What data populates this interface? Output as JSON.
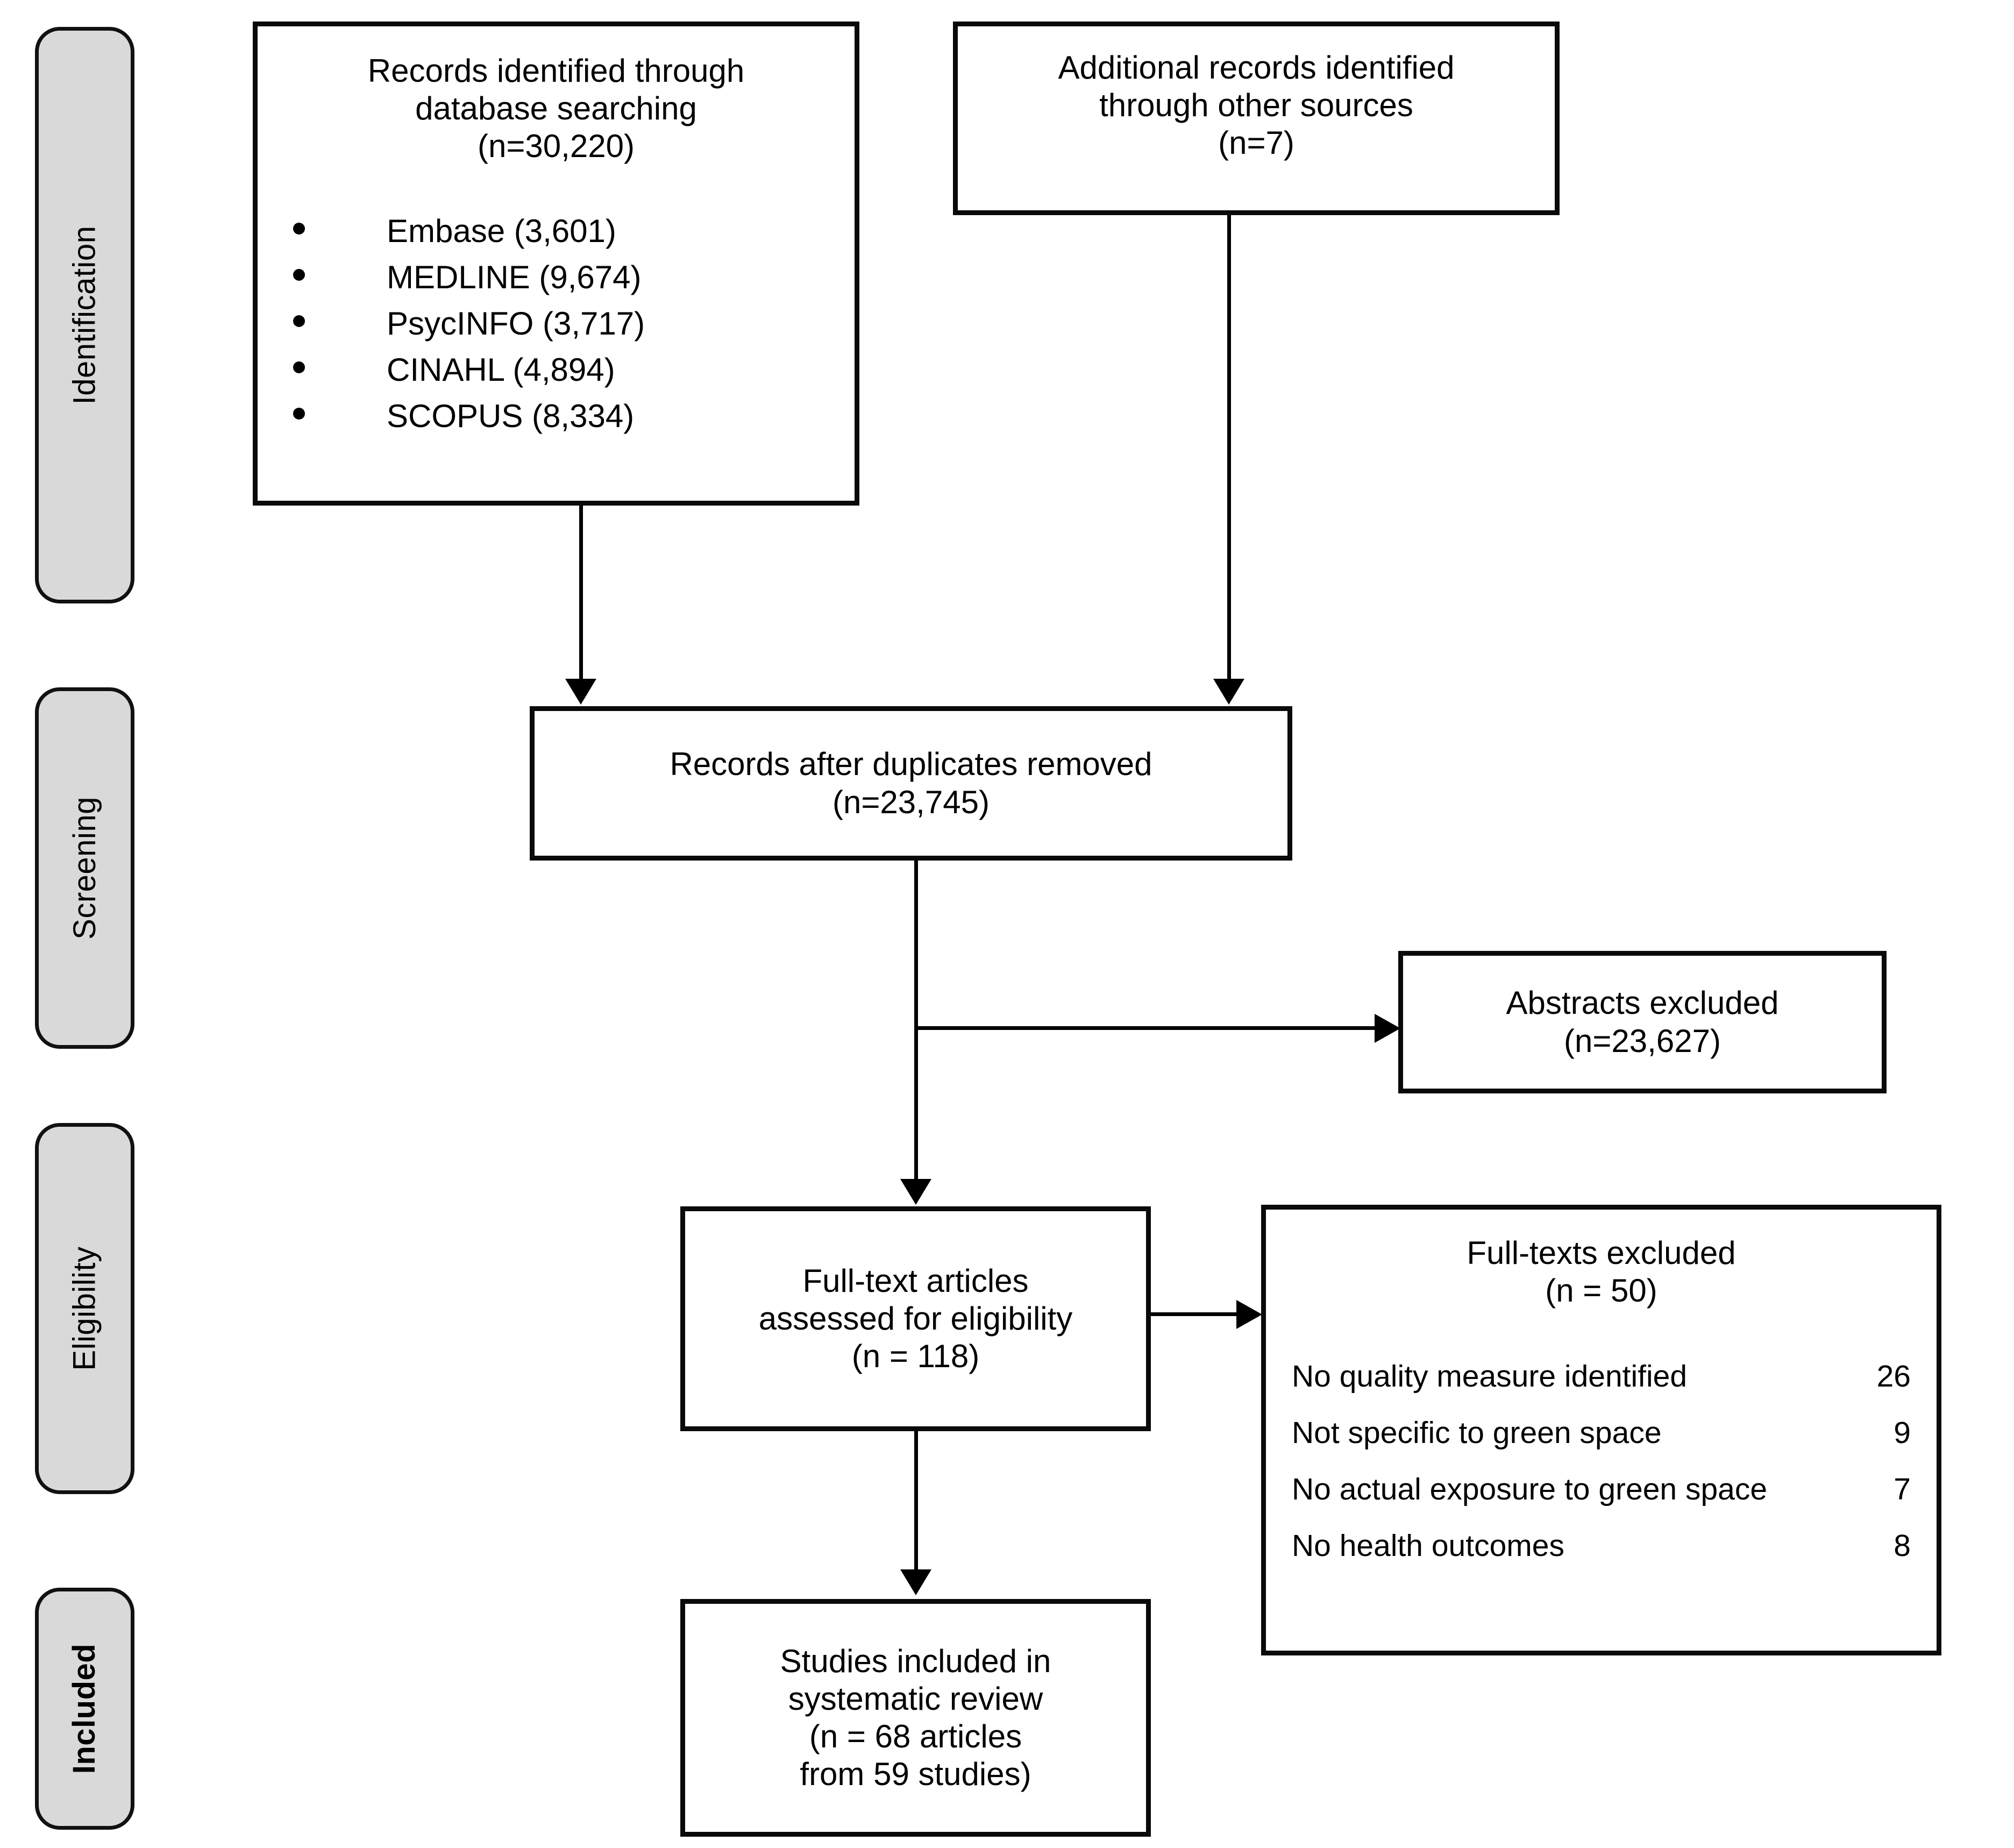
{
  "diagram": {
    "type": "prisma-flow-diagram",
    "stages": [
      {
        "id": "identification",
        "label": "Identification",
        "bold": false
      },
      {
        "id": "screening",
        "label": "Screening",
        "bold": false
      },
      {
        "id": "eligibility",
        "label": "Eligibility",
        "bold": false
      },
      {
        "id": "included",
        "label": "Included",
        "bold": true
      }
    ],
    "nodes": {
      "database_search": {
        "title": "Records identified through\ndatabase searching\n(n=30,220)",
        "sources": [
          {
            "name": "Embase (3,601)"
          },
          {
            "name": "MEDLINE (9,674)"
          },
          {
            "name": "PsycINFO (3,717)"
          },
          {
            "name": "CINAHL (4,894)"
          },
          {
            "name": "SCOPUS (8,334)"
          }
        ]
      },
      "other_sources": {
        "title": "Additional records identified\nthrough other sources\n(n=7)"
      },
      "duplicates_removed": {
        "title": "Records after duplicates removed\n(n=23,745)"
      },
      "abstracts_excluded": {
        "title": "Abstracts excluded\n(n=23,627)"
      },
      "fulltext_assessed": {
        "title": "Full-text articles\nassessed for eligibility\n(n = 118)"
      },
      "fulltexts_excluded": {
        "title": "Full-texts excluded\n(n = 50)",
        "reasons": [
          {
            "label": "No quality measure identified",
            "count": "26"
          },
          {
            "label": "Not specific to green space",
            "count": "9"
          },
          {
            "label": "No actual exposure to green space",
            "count": "7"
          },
          {
            "label": "No health outcomes",
            "count": "8"
          }
        ]
      },
      "studies_included": {
        "title": "Studies included in\nsystematic review\n(n = 68 articles\nfrom 59 studies)"
      }
    },
    "colors": {
      "stage_tab_fill": "#d9d9d9",
      "border": "#0a0a0a",
      "node_fill": "#ffffff",
      "text": "#000000"
    }
  }
}
